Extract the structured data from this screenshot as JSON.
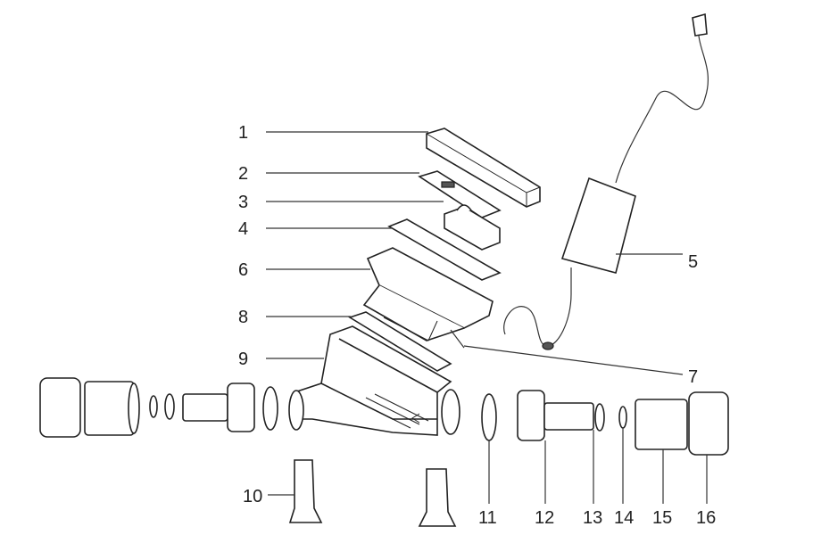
{
  "title": "Exploded parts diagram",
  "callouts": {
    "c1": "1",
    "c2": "2",
    "c3": "3",
    "c4": "4",
    "c5": "5",
    "c6": "6",
    "c7": "7",
    "c8": "8",
    "c9": "9",
    "c10": "10",
    "c11": "11",
    "c12": "12",
    "c13": "13",
    "c14": "14",
    "c15": "15",
    "c16": "16"
  }
}
